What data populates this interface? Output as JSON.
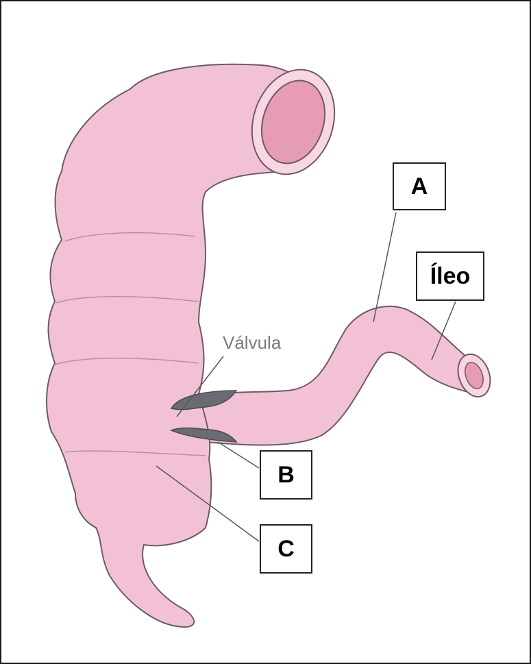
{
  "labels": {
    "a": "A",
    "ileo": "Íleo",
    "valvula": "Válvula",
    "b": "B",
    "c": "C"
  },
  "colors": {
    "tissue": "#f2c1d6",
    "tissue_outline": "#6d5a63",
    "lumen": "#e69bb7",
    "valve": "#6b6b73",
    "leader": "#555555"
  }
}
